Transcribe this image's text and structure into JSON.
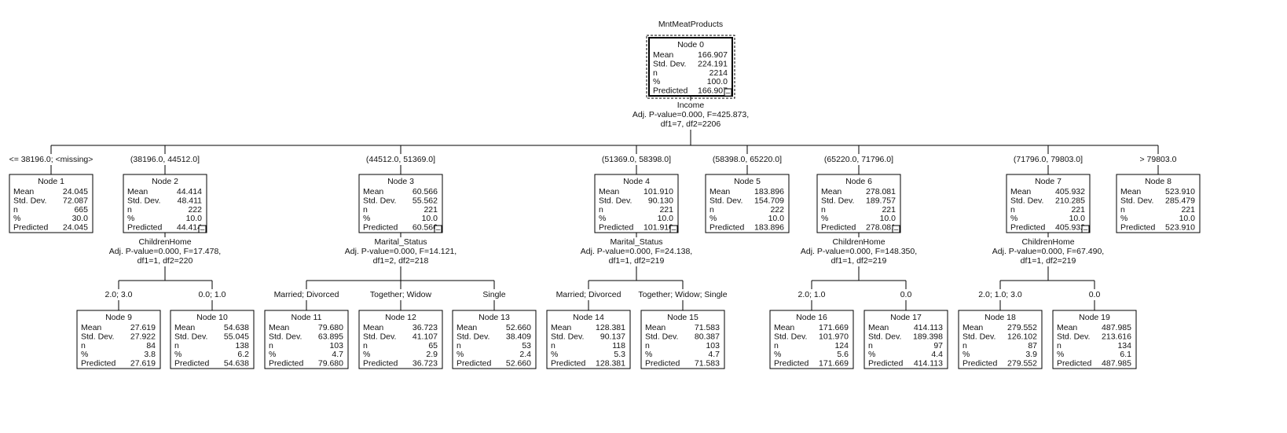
{
  "target": "MntMeatProducts",
  "row_labels": [
    "Mean",
    "Std. Dev.",
    "n",
    "%",
    "Predicted"
  ],
  "nodes": [
    {
      "id": "0",
      "title": "Node 0",
      "values": [
        "166.907",
        "224.191",
        "2214",
        "100.0",
        "166.907"
      ]
    },
    {
      "id": "1",
      "title": "Node 1",
      "values": [
        "24.045",
        "72.087",
        "665",
        "30.0",
        "24.045"
      ]
    },
    {
      "id": "2",
      "title": "Node 2",
      "values": [
        "44.414",
        "48.411",
        "222",
        "10.0",
        "44.414"
      ]
    },
    {
      "id": "3",
      "title": "Node 3",
      "values": [
        "60.566",
        "55.562",
        "221",
        "10.0",
        "60.566"
      ]
    },
    {
      "id": "4",
      "title": "Node 4",
      "values": [
        "101.910",
        "90.130",
        "221",
        "10.0",
        "101.910"
      ]
    },
    {
      "id": "5",
      "title": "Node 5",
      "values": [
        "183.896",
        "154.709",
        "222",
        "10.0",
        "183.896"
      ]
    },
    {
      "id": "6",
      "title": "Node 6",
      "values": [
        "278.081",
        "189.757",
        "221",
        "10.0",
        "278.081"
      ]
    },
    {
      "id": "7",
      "title": "Node 7",
      "values": [
        "405.932",
        "210.285",
        "221",
        "10.0",
        "405.932"
      ]
    },
    {
      "id": "8",
      "title": "Node 8",
      "values": [
        "523.910",
        "285.479",
        "221",
        "10.0",
        "523.910"
      ]
    },
    {
      "id": "9",
      "title": "Node 9",
      "values": [
        "27.619",
        "27.922",
        "84",
        "3.8",
        "27.619"
      ]
    },
    {
      "id": "10",
      "title": "Node 10",
      "values": [
        "54.638",
        "55.045",
        "138",
        "6.2",
        "54.638"
      ]
    },
    {
      "id": "11",
      "title": "Node 11",
      "values": [
        "79.680",
        "63.895",
        "103",
        "4.7",
        "79.680"
      ]
    },
    {
      "id": "12",
      "title": "Node 12",
      "values": [
        "36.723",
        "41.107",
        "65",
        "2.9",
        "36.723"
      ]
    },
    {
      "id": "13",
      "title": "Node 13",
      "values": [
        "52.660",
        "38.409",
        "53",
        "2.4",
        "52.660"
      ]
    },
    {
      "id": "14",
      "title": "Node 14",
      "values": [
        "128.381",
        "90.137",
        "118",
        "5.3",
        "128.381"
      ]
    },
    {
      "id": "15",
      "title": "Node 15",
      "values": [
        "71.583",
        "80.387",
        "103",
        "4.7",
        "71.583"
      ]
    },
    {
      "id": "16",
      "title": "Node 16",
      "values": [
        "171.669",
        "101.970",
        "124",
        "5.6",
        "171.669"
      ]
    },
    {
      "id": "17",
      "title": "Node 17",
      "values": [
        "414.113",
        "189.398",
        "97",
        "4.4",
        "414.113"
      ]
    },
    {
      "id": "18",
      "title": "Node 18",
      "values": [
        "279.552",
        "126.102",
        "87",
        "3.9",
        "279.552"
      ]
    },
    {
      "id": "19",
      "title": "Node 19",
      "values": [
        "487.985",
        "213.616",
        "134",
        "6.1",
        "487.985"
      ]
    }
  ],
  "splits": [
    {
      "parent": "0",
      "lines": [
        "Income",
        "Adj. P-value=0.000, F=425.873,",
        "df1=7, df2=2206"
      ]
    },
    {
      "parent": "2",
      "lines": [
        "ChildrenHome",
        "Adj. P-value=0.000, F=17.478,",
        "df1=1, df2=220"
      ]
    },
    {
      "parent": "3",
      "lines": [
        "Marital_Status",
        "Adj. P-value=0.000, F=14.121,",
        "df1=2, df2=218"
      ]
    },
    {
      "parent": "4",
      "lines": [
        "Marital_Status",
        "Adj. P-value=0.000, F=24.138,",
        "df1=1, df2=219"
      ]
    },
    {
      "parent": "6",
      "lines": [
        "ChildrenHome",
        "Adj. P-value=0.000, F=148.350,",
        "df1=1, df2=219"
      ]
    },
    {
      "parent": "7",
      "lines": [
        "ChildrenHome",
        "Adj. P-value=0.000, F=67.490,",
        "df1=1, df2=219"
      ]
    }
  ],
  "edges": [
    {
      "from": "0",
      "to": "1",
      "label": "<= 38196.0;  <missing>"
    },
    {
      "from": "0",
      "to": "2",
      "label": "(38196.0, 44512.0]"
    },
    {
      "from": "0",
      "to": "3",
      "label": "(44512.0, 51369.0]"
    },
    {
      "from": "0",
      "to": "4",
      "label": "(51369.0, 58398.0]"
    },
    {
      "from": "0",
      "to": "5",
      "label": "(58398.0, 65220.0]"
    },
    {
      "from": "0",
      "to": "6",
      "label": "(65220.0, 71796.0]"
    },
    {
      "from": "0",
      "to": "7",
      "label": "(71796.0, 79803.0]"
    },
    {
      "from": "0",
      "to": "8",
      "label": "> 79803.0"
    },
    {
      "from": "2",
      "to": "9",
      "label": "2.0; 3.0"
    },
    {
      "from": "2",
      "to": "10",
      "label": "0.0; 1.0"
    },
    {
      "from": "3",
      "to": "11",
      "label": "Married; Divorced"
    },
    {
      "from": "3",
      "to": "12",
      "label": "Together; Widow"
    },
    {
      "from": "3",
      "to": "13",
      "label": "Single"
    },
    {
      "from": "4",
      "to": "14",
      "label": "Married; Divorced"
    },
    {
      "from": "4",
      "to": "15",
      "label": "Together; Widow; Single"
    },
    {
      "from": "6",
      "to": "16",
      "label": "2.0; 1.0"
    },
    {
      "from": "6",
      "to": "17",
      "label": "0.0"
    },
    {
      "from": "7",
      "to": "18",
      "label": "2.0; 1.0; 3.0"
    },
    {
      "from": "7",
      "to": "19",
      "label": "0.0"
    }
  ],
  "expanded_nodes": [
    "0",
    "2",
    "3",
    "4",
    "6",
    "7"
  ],
  "collapse_glyph": "–"
}
